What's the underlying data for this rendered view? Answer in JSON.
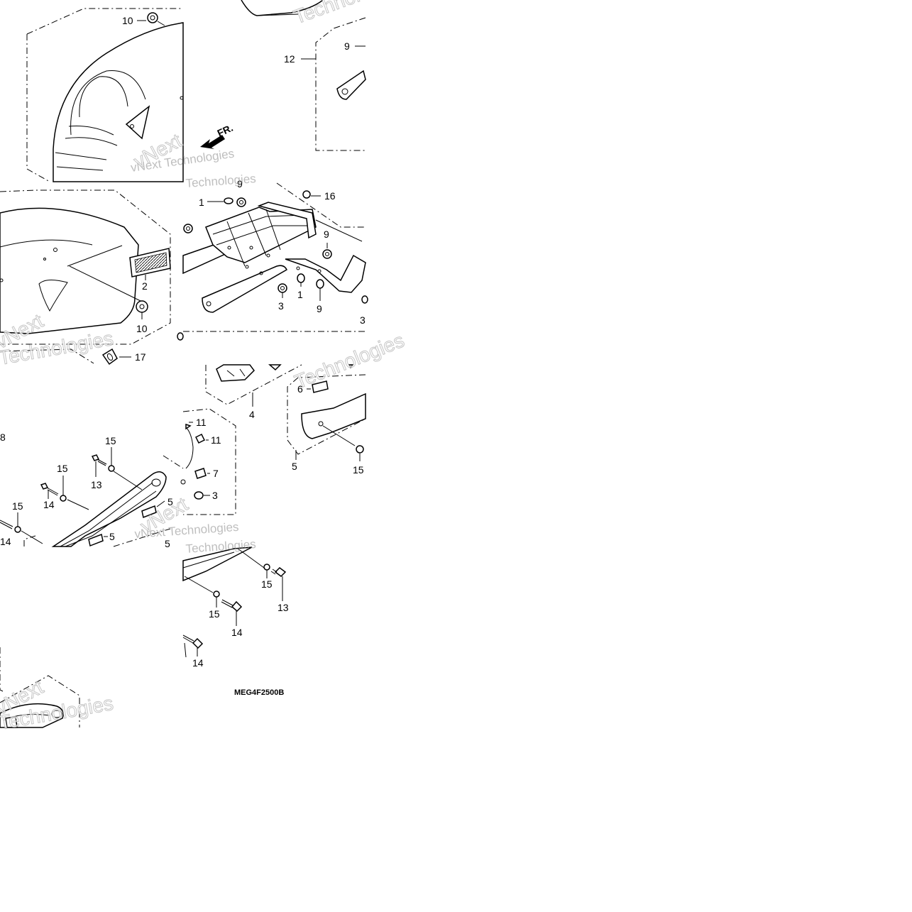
{
  "diagram": {
    "drawing_code": "MEG4F2500B",
    "direction_label": "FR.",
    "watermark": {
      "line1": "vNext",
      "line2": "Technologies",
      "combined": "vNext Technologies"
    },
    "callouts": {
      "t1": [
        "10",
        "12",
        "9"
      ],
      "t2": [
        "2",
        "10",
        "17",
        "1",
        "9",
        "16",
        "9",
        "1",
        "3",
        "9",
        "3"
      ],
      "t3": [
        "8",
        "15",
        "15",
        "13",
        "14",
        "15",
        "14",
        "5",
        "5",
        "11",
        "11",
        "7",
        "3",
        "4",
        "5",
        "6",
        "15",
        "5"
      ],
      "t4": [
        "15",
        "13",
        "15",
        "14",
        "14"
      ]
    }
  },
  "colors": {
    "line": "#000000",
    "background": "#ffffff",
    "watermark": "#8a8a8a"
  },
  "icons": {
    "direction": "front-arrow-icon"
  }
}
